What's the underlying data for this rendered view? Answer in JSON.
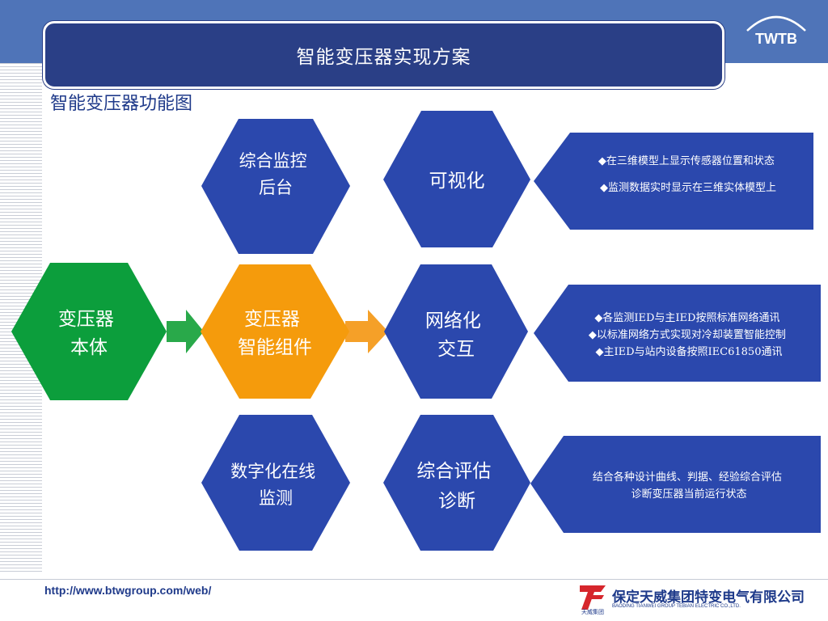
{
  "header": {
    "title": "智能变压器实现方案",
    "logo_text": "TWTB"
  },
  "subtitle": "智能变压器功能图",
  "hexagons": {
    "transformer_body": [
      "变压器",
      "本体"
    ],
    "smart_component": [
      "变压器",
      "智能组件"
    ],
    "monitoring_backend": [
      "综合监控",
      "后台"
    ],
    "visualization": [
      "可视化"
    ],
    "network_interaction": [
      "网络化",
      "交互"
    ],
    "digital_monitoring": [
      "数字化在线",
      "监测"
    ],
    "assessment_diagnosis": [
      "综合评估",
      "诊断"
    ]
  },
  "info_boxes": {
    "visualization": [
      "◆在三维模型上显示传感器位置和状态",
      "◆监测数据实时显示在三维实体模型上"
    ],
    "network": [
      "◆各监测IED与主IED按照标准网络通讯",
      "◆以标准网络方式实现对冷却装置智能控制",
      "◆主IED与站内设备按照IEC61850通讯"
    ],
    "assessment": [
      "结合各种设计曲线、判据、经验综合评估",
      "诊断变压器当前运行状态"
    ]
  },
  "footer": {
    "url": "http://www.btwgroup.com/web/",
    "company_name": "保定天威集团特变电气有限公司",
    "company_en": "BAODING TIANWEI GROUP TEBIAN ELECTRIC CO.,LTD.",
    "company_logo_caption": "天威集团"
  },
  "colors": {
    "blue": "#2b48ad",
    "green": "#0c9e3c",
    "orange": "#f59b0c",
    "arrow_green": "#29a94a",
    "arrow_orange": "#f5a028",
    "title_bar": "#2a3f86"
  }
}
